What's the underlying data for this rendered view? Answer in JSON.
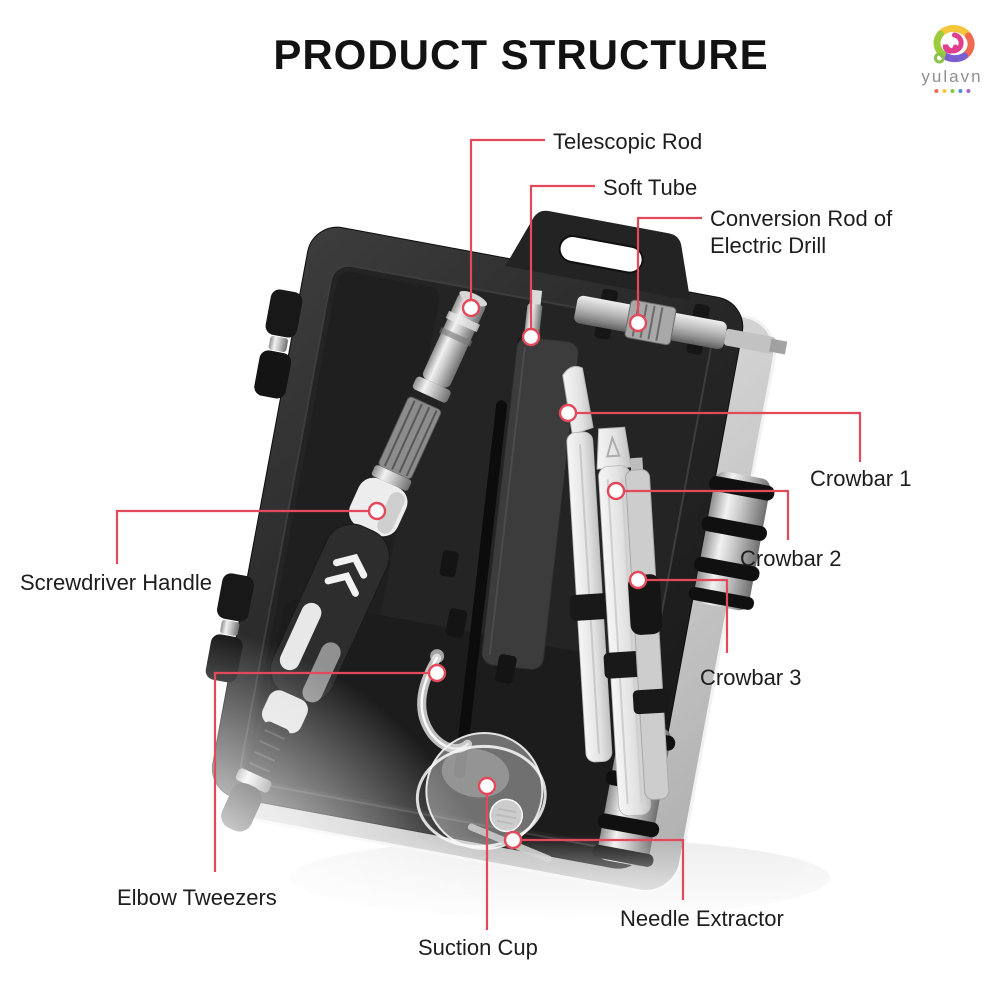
{
  "header": {
    "title": "PRODUCT STRUCTURE"
  },
  "brand": {
    "name": "yulavn"
  },
  "labels": {
    "telescopic_rod": "Telescopic Rod",
    "soft_tube": "Soft Tube",
    "conversion_rod": "Conversion Rod of Electric Drill",
    "crowbar_1": "Crowbar 1",
    "crowbar_2": "Crowbar 2",
    "crowbar_3": "Crowbar 3",
    "screwdriver_handle": "Screwdriver Handle",
    "elbow_tweezers": "Elbow Tweezers",
    "suction_cup": "Suction Cup",
    "needle_extractor": "Needle Extractor"
  },
  "colors": {
    "callout": "#e2495b",
    "title_text": "#121212",
    "label_text": "#1d1d1d",
    "brand_gray": "#8f8f8f",
    "case_dark": "#222222",
    "lid_gray": "#cfcfcf"
  }
}
